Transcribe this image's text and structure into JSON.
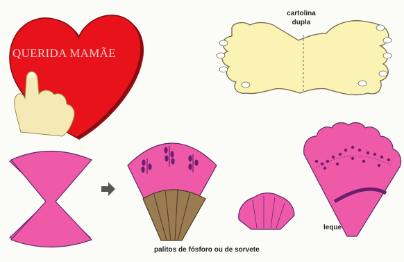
{
  "heart": {
    "text": "QUERIDA MAMÃE",
    "fill": "#e8131a",
    "shadow": "#8e0d12",
    "hand_fill": "#f5eab5"
  },
  "hands": {
    "label_line1": "cartolina",
    "label_line2": "dupla",
    "fill": "#fbf3b3"
  },
  "fan": {
    "label": "leque",
    "fill": "#ee5aa8",
    "stroke": "#5b2a6b",
    "stick_fill": "#9b7b52",
    "accent": "#6a1f6e"
  },
  "sticks": {
    "label": "palitos de fósforo ou de sorvete"
  },
  "arrow": {
    "icon": "right-arrow-icon",
    "color": "#555555"
  }
}
